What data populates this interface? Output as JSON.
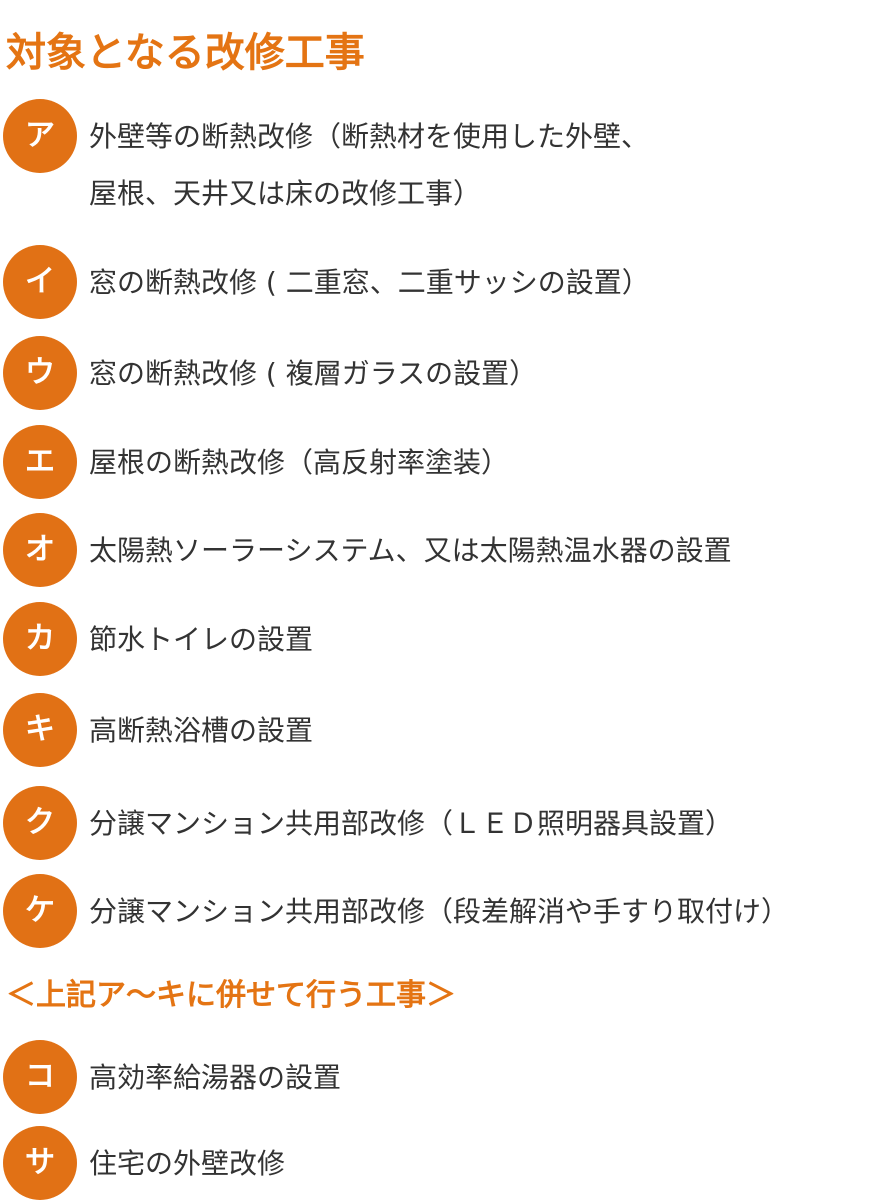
{
  "title": "対象となる改修工事",
  "items": [
    {
      "badge": "ア",
      "lines": [
        "外壁等の断熱改修（断熱材を使用した外壁、",
        "屋根、天井又は床の改修工事）"
      ]
    },
    {
      "badge": "イ",
      "lines": [
        "窓の断熱改修 ( 二重窓、二重サッシの設置）"
      ]
    },
    {
      "badge": "ウ",
      "lines": [
        "窓の断熱改修 ( 複層ガラスの設置）"
      ]
    },
    {
      "badge": "エ",
      "lines": [
        "屋根の断熱改修（高反射率塗装）"
      ]
    },
    {
      "badge": "オ",
      "lines": [
        "太陽熱ソーラーシステム、又は太陽熱温水器の設置"
      ]
    },
    {
      "badge": "カ",
      "lines": [
        "節水トイレの設置"
      ]
    },
    {
      "badge": "キ",
      "lines": [
        "高断熱浴槽の設置"
      ]
    },
    {
      "badge": "ク",
      "lines": [
        "分譲マンション共用部改修（ＬＥＤ照明器具設置）"
      ]
    },
    {
      "badge": "ケ",
      "lines": [
        "分譲マンション共用部改修（段差解消や手すり取付け）"
      ]
    }
  ],
  "subheading": "＜上記ア〜キに併せて行う工事＞",
  "extra_items": [
    {
      "badge": "コ",
      "lines": [
        "高効率給湯器の設置"
      ]
    },
    {
      "badge": "サ",
      "lines": [
        "住宅の外壁改修"
      ]
    }
  ],
  "colors": {
    "accent": "#e17115",
    "text": "#333333",
    "background": "#ffffff"
  }
}
